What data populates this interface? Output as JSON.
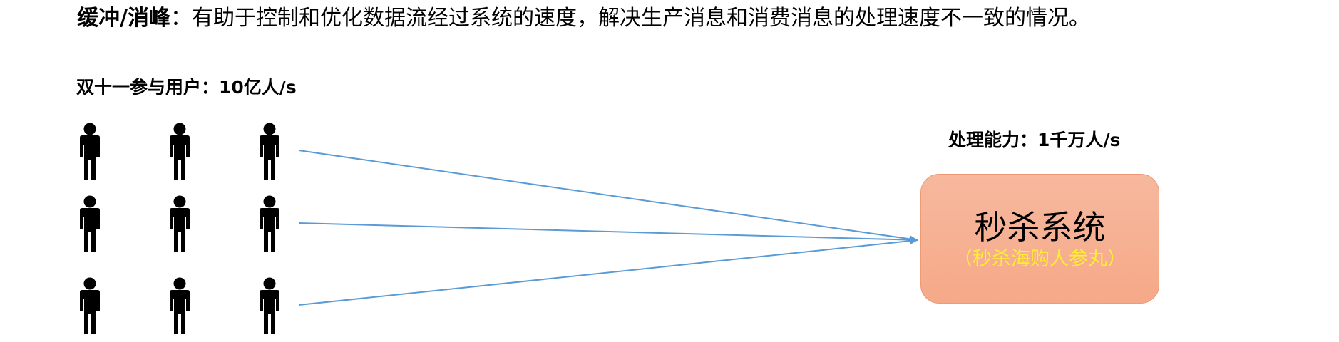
{
  "headline": {
    "term": "缓冲/消峰",
    "text": "：有助于控制和优化数据流经过系统的速度，解决生产消息和消费消息的处理速度不一致的情况。"
  },
  "users_label": "双十一参与用户：10亿人/s",
  "capacity_label": "处理能力：1千万人/s",
  "system_box": {
    "title": "秒杀系统",
    "subtitle": "（秒杀海购人参丸）"
  },
  "colors": {
    "arrow": "#5b9bd5",
    "box_fill": "#f5ac8c",
    "subtitle": "#ffee33"
  },
  "icons": {
    "person": "person-icon"
  }
}
